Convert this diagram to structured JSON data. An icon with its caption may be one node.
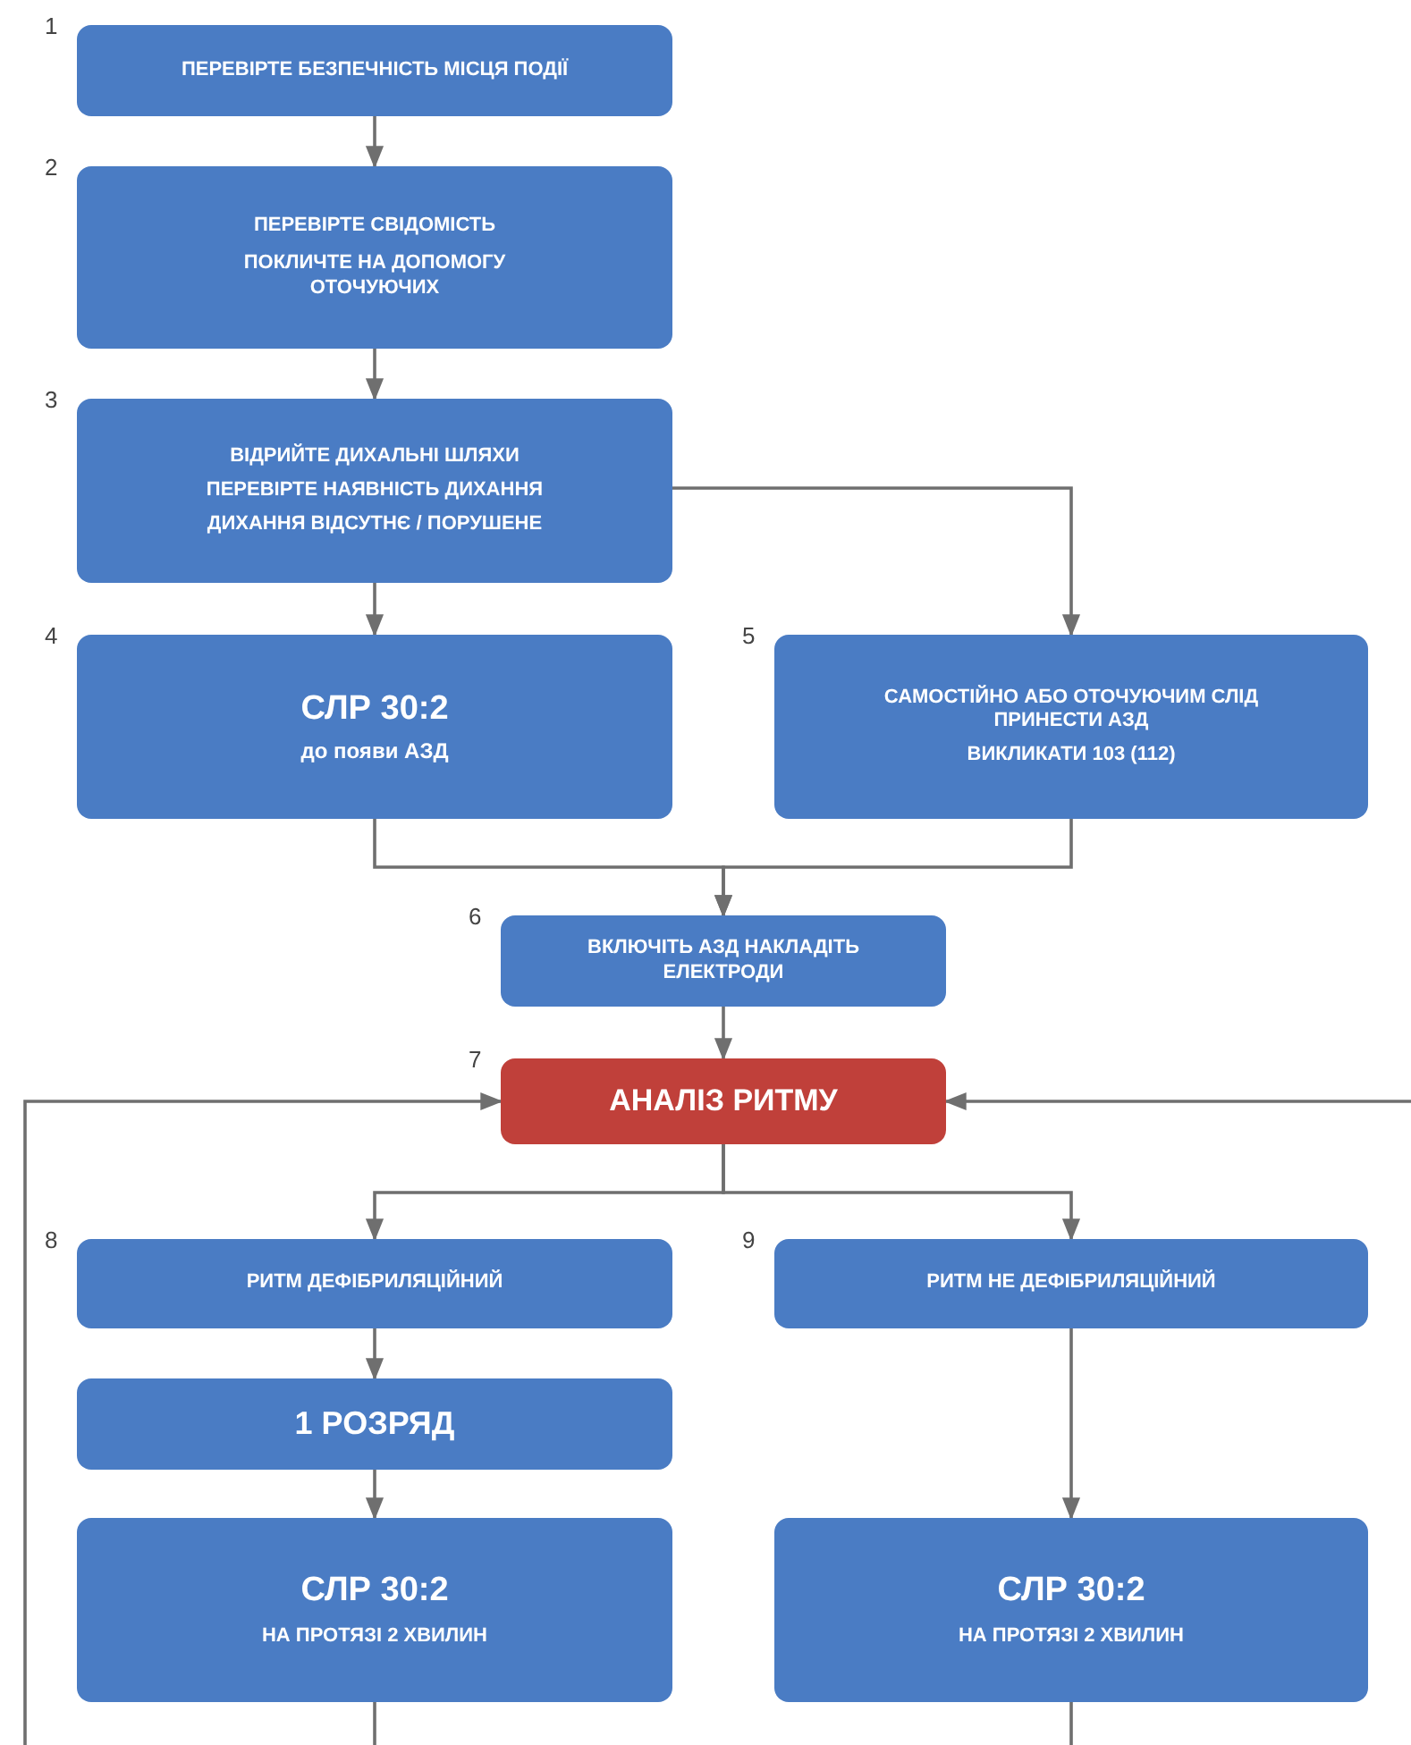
{
  "diagram": {
    "nodes": [
      {
        "text": [
          "ПЕРЕВІРТЕ БЕЗПЕЧНІСТЬ МІСЦЯ ПОДІЇ"
        ],
        "beside": [
          "1"
        ]
      },
      {
        "text": [
          "ПЕРЕВІРТЕ СВІДОМІСТЬ",
          "ПОКЛИЧТЕ НА ДОПОМОГУ ОТОЧУЮЧИХ"
        ],
        "beside": [
          "2"
        ]
      },
      {
        "text": [
          "ВІДРИЙТЕ ДИХАЛЬНІ ШЛЯХИ",
          "ПЕРЕВІРТЕ НАЯВНІСТЬ ДИХАННЯ",
          "ДИХАННЯ ВІДСУТНЄ / ПОРУШЕНЕ"
        ],
        "beside": [
          "3"
        ]
      },
      {
        "text": [
          "СЛР 30:2",
          "до появи АЗД"
        ],
        "beside": [
          "4"
        ]
      },
      {
        "text": [
          "САМОСТІЙНО АБО ОТОЧУЮЧИМ СЛІД ПРИНЕСТИ АЗД",
          "ВИКЛИКАТИ 103 (112)"
        ],
        "beside": [
          "5"
        ]
      },
      {
        "text": [
          "ВКЛЮЧІТЬ АЗД НАКЛАДІТЬ ЕЛЕКТРОДИ"
        ],
        "beside": [
          "6"
        ]
      },
      {
        "text": [
          "АНАЛІЗ РИТМУ"
        ],
        "beside": [
          "7"
        ]
      },
      {
        "text": [
          "РИТМ ДЕФІБРИЛЯЦІЙНИЙ"
        ],
        "beside": [
          "8"
        ]
      },
      {
        "text": [
          "РИТМ НЕ ДЕФІБРИЛЯЦІЙНИЙ"
        ],
        "beside": [
          "9"
        ]
      },
      {
        "text": [
          "1 РОЗРЯД"
        ]
      },
      {
        "text": [
          "СЛР 30:2",
          "НА ПРОТЯЗІ 2 ХВИЛИН"
        ]
      },
      {
        "text": [
          "СЛР 30:2",
          "НА ПРОТЯЗІ 2 ХВИЛИН"
        ]
      }
    ],
    "edges": [
      {
        "from": 0,
        "to": 1,
        "arrow": "to"
      },
      {
        "from": 1,
        "to": 2,
        "arrow": "to"
      },
      {
        "from": 2,
        "to": 3,
        "arrow": "to"
      },
      {
        "from": 2,
        "to": 4,
        "arrow": "to"
      },
      {
        "from": 3,
        "to": 5,
        "arrow": "to"
      },
      {
        "from": 4,
        "to": 5,
        "arrow": "to"
      },
      {
        "from": 5,
        "to": 6,
        "arrow": "to"
      },
      {
        "from": 6,
        "to": 7,
        "arrow": "to"
      },
      {
        "from": 6,
        "to": 8,
        "arrow": "to"
      },
      {
        "from": 7,
        "to": 9,
        "arrow": "to"
      },
      {
        "from": 9,
        "to": 10,
        "arrow": "to"
      },
      {
        "from": 8,
        "to": 11,
        "arrow": "to"
      },
      {
        "from": 10,
        "to": null,
        "arrow": "none"
      },
      {
        "from": 11,
        "to": null,
        "arrow": "none"
      },
      {
        "from": null,
        "to": 6,
        "arrow": "to"
      },
      {
        "from": null,
        "to": 6,
        "arrow": "to"
      }
    ]
  }
}
